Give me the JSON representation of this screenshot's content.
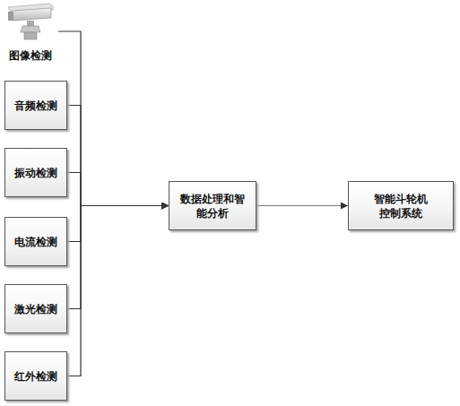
{
  "diagram": {
    "nodes": [
      {
        "text": [
          "图像检测"
        ]
      },
      {
        "text": [
          "音频检测"
        ]
      },
      {
        "text": [
          "振动检测"
        ]
      },
      {
        "text": [
          "电流检测"
        ]
      },
      {
        "text": [
          "激光检测"
        ]
      },
      {
        "text": [
          "红外检测"
        ]
      },
      {
        "text": [
          "数据处理和智能分析"
        ]
      },
      {
        "text": [
          "智能斗轮机控制系统"
        ]
      }
    ],
    "edges": [
      {
        "from": 0,
        "to": 6,
        "arrow": "to"
      },
      {
        "from": 1,
        "to": 6,
        "arrow": "to"
      },
      {
        "from": 2,
        "to": 6,
        "arrow": "to"
      },
      {
        "from": 3,
        "to": 6,
        "arrow": "to"
      },
      {
        "from": 4,
        "to": 6,
        "arrow": "to"
      },
      {
        "from": 5,
        "to": 6,
        "arrow": "to"
      },
      {
        "from": 6,
        "to": 7,
        "arrow": "to"
      }
    ]
  }
}
